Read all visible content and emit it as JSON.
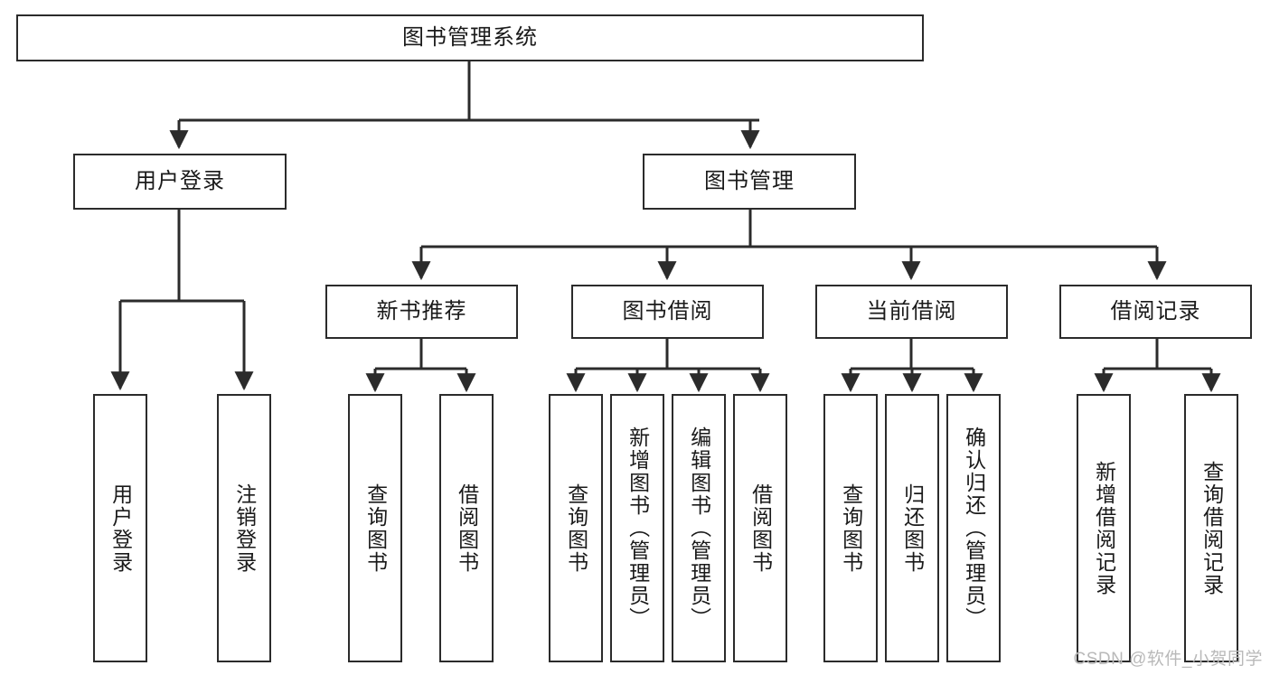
{
  "diagram": {
    "title": "图书管理系统",
    "watermark": "CSDN @软件_小贺同学",
    "colors": {
      "stroke": "#2b2b2b",
      "box_fill": "#ffffff",
      "text": "#1a1a1a",
      "watermark": "#b9b9b9",
      "background": "#ffffff"
    },
    "root": {
      "label": "图书管理系统"
    },
    "level1": [
      {
        "label": "用户登录"
      },
      {
        "label": "图书管理"
      }
    ],
    "level2": [
      {
        "label": "新书推荐"
      },
      {
        "label": "图书借阅"
      },
      {
        "label": "当前借阅"
      },
      {
        "label": "借阅记录"
      }
    ],
    "leaves": {
      "user_login": [
        {
          "label": "用户登录"
        },
        {
          "label": "注销登录"
        }
      ],
      "new_book_recommend": [
        {
          "label": "查询图书"
        },
        {
          "label": "借阅图书"
        }
      ],
      "book_borrow": [
        {
          "label": "查询图书"
        },
        {
          "label": "新增图书（管理员）"
        },
        {
          "label": "编辑图书（管理员）"
        },
        {
          "label": "借阅图书"
        }
      ],
      "current_borrow": [
        {
          "label": "查询图书"
        },
        {
          "label": "归还图书"
        },
        {
          "label": "确认归还（管理员）"
        }
      ],
      "borrow_record": [
        {
          "label": "新增借阅记录"
        },
        {
          "label": "查询借阅记录"
        }
      ]
    }
  }
}
